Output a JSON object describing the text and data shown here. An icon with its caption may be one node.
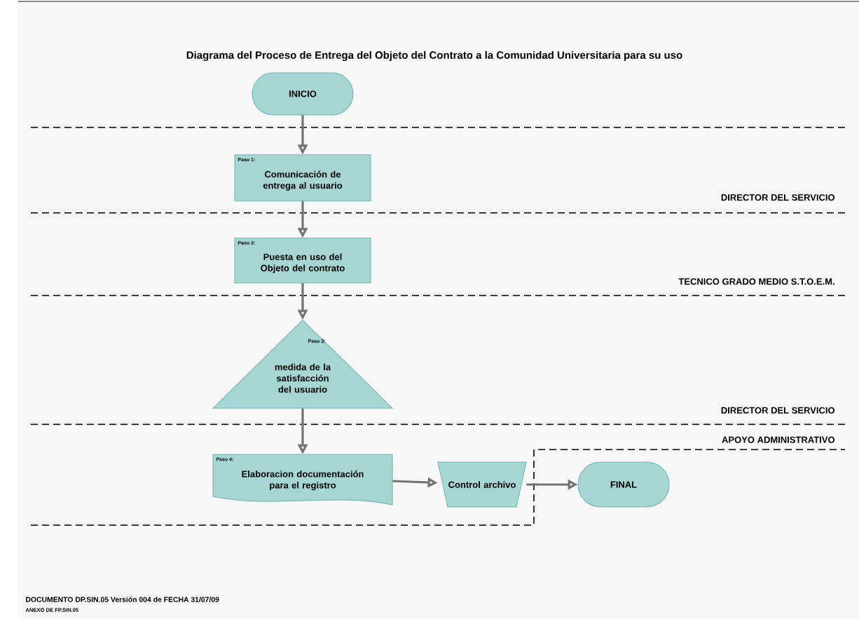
{
  "diagram": {
    "title": "Diagrama del Proceso de Entrega del Objeto del Contrato a la Comunidad Universitaria para su uso",
    "nodes": [
      {
        "text": [
          "INICIO"
        ]
      },
      {
        "text": [
          "Paso 1:",
          "Comunicación de entrega al usuario"
        ]
      },
      {
        "text": [
          "Paso 2:",
          "Puesta en uso del Objeto del contrato"
        ]
      },
      {
        "text": [
          "Paso 3:",
          "medida de la satisfacción del usuario"
        ]
      },
      {
        "text": [
          "Paso 4:",
          "Elaboracion documentación para el registro"
        ]
      },
      {
        "text": [
          "Control archivo"
        ]
      },
      {
        "text": [
          "FINAL"
        ]
      }
    ],
    "edges": [
      {
        "from": 0,
        "to": 1,
        "arrow": "to"
      },
      {
        "from": 1,
        "to": 2,
        "arrow": "to"
      },
      {
        "from": 2,
        "to": 3,
        "arrow": "to"
      },
      {
        "from": 3,
        "to": 4,
        "arrow": "to"
      },
      {
        "from": 4,
        "to": 5,
        "arrow": "to"
      },
      {
        "from": 5,
        "to": 6,
        "arrow": "to"
      }
    ],
    "labels": [
      "DIRECTOR DEL SERVICIO",
      "TECNICO GRADO MEDIO S.T.O.E.M.",
      "DIRECTOR DEL SERVICIO",
      "APOYO ADMINISTRATIVO",
      "DOCUMENTO DP.SIN.05 Versión 004 de FECHA 31/07/09",
      "ANEXO DE FP.SIN.05"
    ]
  }
}
